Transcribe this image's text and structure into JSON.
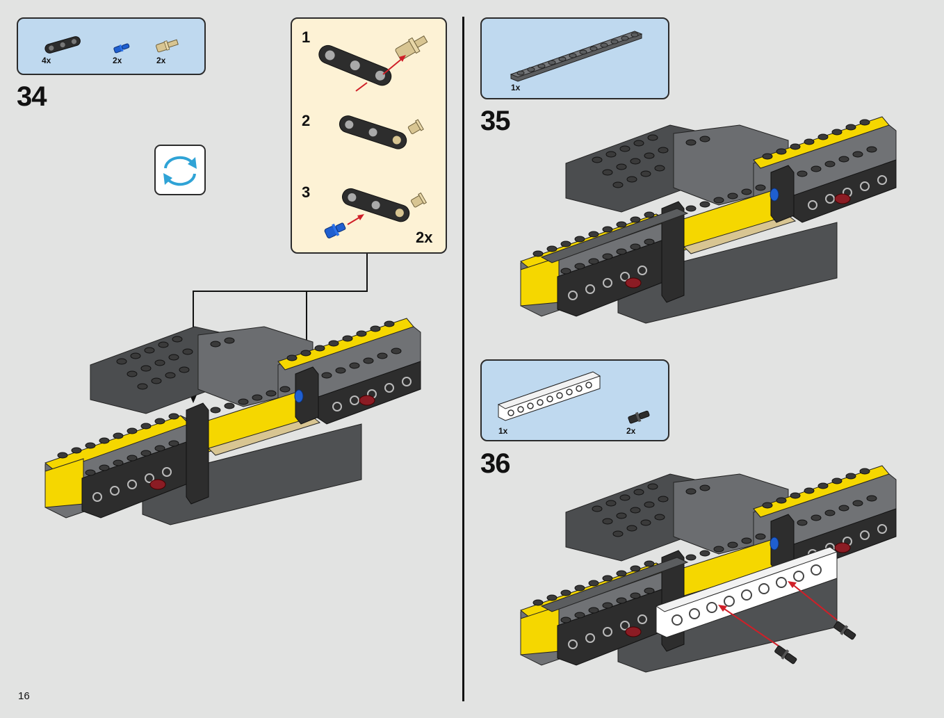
{
  "page": {
    "number": "16"
  },
  "step34": {
    "number": "34",
    "parts": [
      {
        "icon": "technic-beam-3-icon",
        "qty": "4x"
      },
      {
        "icon": "blue-pin-icon",
        "qty": "2x"
      },
      {
        "icon": "tan-axle-pin-icon",
        "qty": "2x"
      }
    ],
    "rotate_icon": "rotate-model-icon",
    "subassembly": {
      "steps": [
        "1",
        "2",
        "3"
      ],
      "multiplier": "2x"
    }
  },
  "step35": {
    "number": "35",
    "parts": [
      {
        "icon": "dark-gray-plate-1x12-icon",
        "qty": "1x"
      }
    ]
  },
  "step36": {
    "number": "36",
    "parts": [
      {
        "icon": "white-technic-brick-1x10-icon",
        "qty": "1x"
      },
      {
        "icon": "black-friction-pin-icon",
        "qty": "2x"
      }
    ]
  },
  "colors": {
    "background": "#e2e3e2",
    "parts_box": "#bfd9ef",
    "subassembly_box": "#fdf2d5",
    "dark_gray": "#5b5d5f",
    "black": "#2d2d2d",
    "yellow": "#f5d700",
    "tan": "#d8c592",
    "blue": "#1f5fd0",
    "dark_red": "#8b1c24",
    "white": "#ffffff",
    "arrow_red": "#d01f28",
    "rotate_arrow": "#2fa3d6"
  }
}
